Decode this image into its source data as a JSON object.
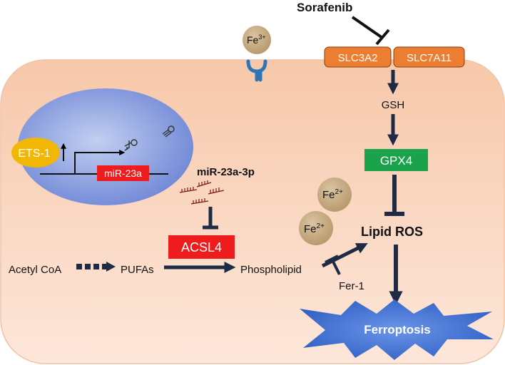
{
  "drug": "Sorafenib",
  "iron_receptor_ion": {
    "base": "Fe",
    "charge": "3+"
  },
  "transporter": {
    "left": "SLC3A2",
    "right": "SLC7A11"
  },
  "gsh": "GSH",
  "gpx4": "GPX4",
  "ferrous_iron": [
    {
      "base": "Fe",
      "charge": "2+"
    },
    {
      "base": "Fe",
      "charge": "2+"
    }
  ],
  "lipid_ros": "Lipid ROS",
  "ets1": "ETS-1",
  "mir_gene": "miR-23a",
  "mirna": "miR-23a-3p",
  "acsl4": "ACSL4",
  "acetyl_coa": "Acetyl CoA",
  "pufas": "PUFAs",
  "phospholipid": "Phospholipid",
  "fer1": "Fer-1",
  "ferroptosis": "Ferroptosis",
  "colors": {
    "cell_fill": "#f9d4bd",
    "cell_stroke": "#efc3a6",
    "nucleus": "#7b93dc",
    "transporter": "#ed7d31",
    "gpx4": "#1aa34a",
    "red_box": "#ee1c1c",
    "ets1": "#f2b705",
    "iron": "#c9ad85",
    "receptor": "#2e75b6",
    "burst": "#3d6fd4",
    "dark": "#1f2a44"
  }
}
